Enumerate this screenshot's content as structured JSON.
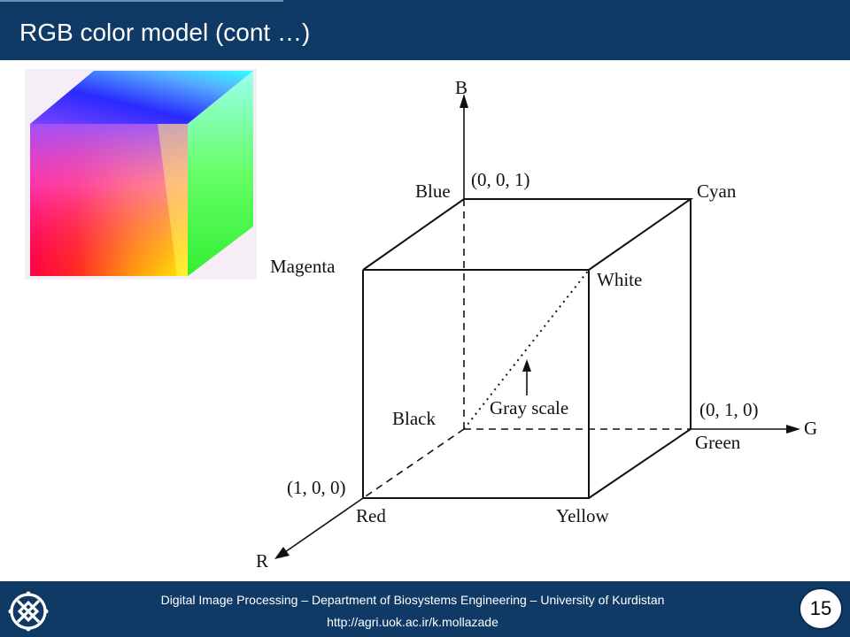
{
  "header": {
    "title": "RGB color model (cont …)"
  },
  "diagram": {
    "axes": {
      "b": "B",
      "g": "G",
      "r": "R"
    },
    "coords": {
      "blue": "(0, 0, 1)",
      "green": "(0, 1, 0)",
      "red": "(1, 0, 0)"
    },
    "vertices": {
      "blue": "Blue",
      "cyan": "Cyan",
      "magenta": "Magenta",
      "white": "White",
      "black": "Black",
      "green": "Green",
      "red": "Red",
      "yellow": "Yellow"
    },
    "gray_scale": "Gray scale"
  },
  "footer": {
    "line1": "Digital Image Processing – Department of Biosystems Engineering – University of Kurdistan",
    "line2": "http://agri.uok.ac.ir/k.mollazade"
  },
  "page_number": "15",
  "colors": {
    "header_bg": "#0f3a66",
    "footer_bg": "#0f3a66",
    "text_light": "#ffffff",
    "line": "#111111"
  }
}
